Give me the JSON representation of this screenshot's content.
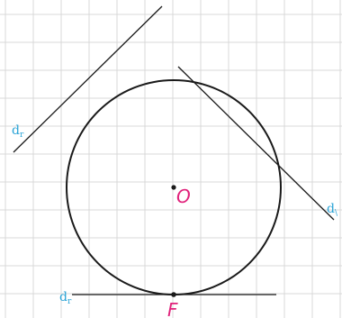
{
  "diagram": {
    "center_label": "O",
    "tangent_point_label": "F",
    "lines": [
      {
        "id": "far-line",
        "label": "d",
        "subscript": "r"
      },
      {
        "id": "secant-line",
        "label": "d",
        "subscript": "\\"
      },
      {
        "id": "tangent-line",
        "label": "d",
        "subscript": "r"
      }
    ],
    "colors": {
      "line_label": "#29a3d6",
      "point_label": "#e0207a",
      "stroke": "#1a1a1a",
      "grid": "#d8d8d8"
    }
  }
}
